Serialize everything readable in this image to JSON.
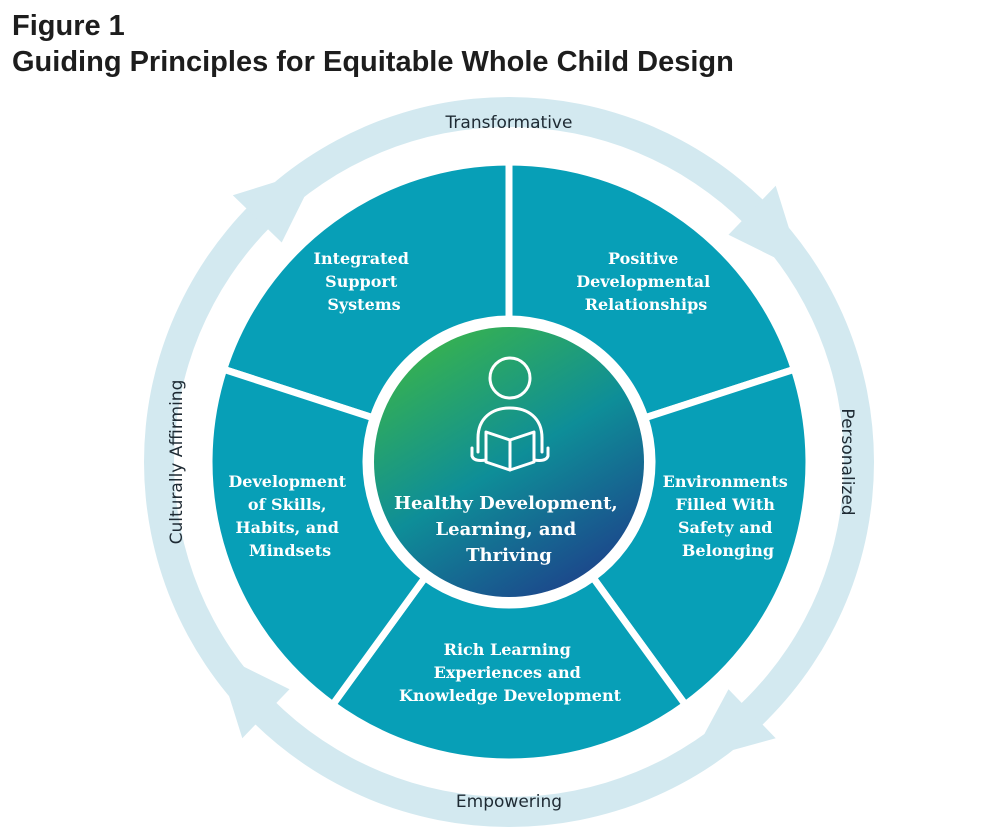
{
  "figure": {
    "label": "Figure 1",
    "title": "Guiding Principles for Equitable Whole Child Design"
  },
  "ring": {
    "top": "Transformative",
    "right": "Personalized",
    "bottom": "Empowering",
    "left": "Culturally Affirming"
  },
  "segments": [
    {
      "id": "integrated",
      "lines": [
        "Integrated",
        "Support",
        "Systems"
      ]
    },
    {
      "id": "positive",
      "lines": [
        "Positive",
        "Developmental",
        "Relationships"
      ]
    },
    {
      "id": "environments",
      "lines": [
        "Environments",
        "Filled With",
        "Safety and",
        "Belonging"
      ]
    },
    {
      "id": "rich",
      "lines": [
        "Rich Learning",
        "Experiences and",
        "Knowledge Development"
      ]
    },
    {
      "id": "development",
      "lines": [
        "Development",
        "of Skills,",
        "Habits, and",
        "Mindsets"
      ]
    }
  ],
  "center": {
    "icon": "reader-icon",
    "lines": [
      "Healthy Development,",
      "Learning, and",
      "Thriving"
    ]
  },
  "colors": {
    "ring": "#d3e9f0",
    "segment": "#079fb7",
    "divider": "#ffffff",
    "center_top": "#3ab44a",
    "center_mid": "#0e8e98",
    "center_bottom": "#1e3f8a",
    "text_dark": "#1d1d1d"
  }
}
